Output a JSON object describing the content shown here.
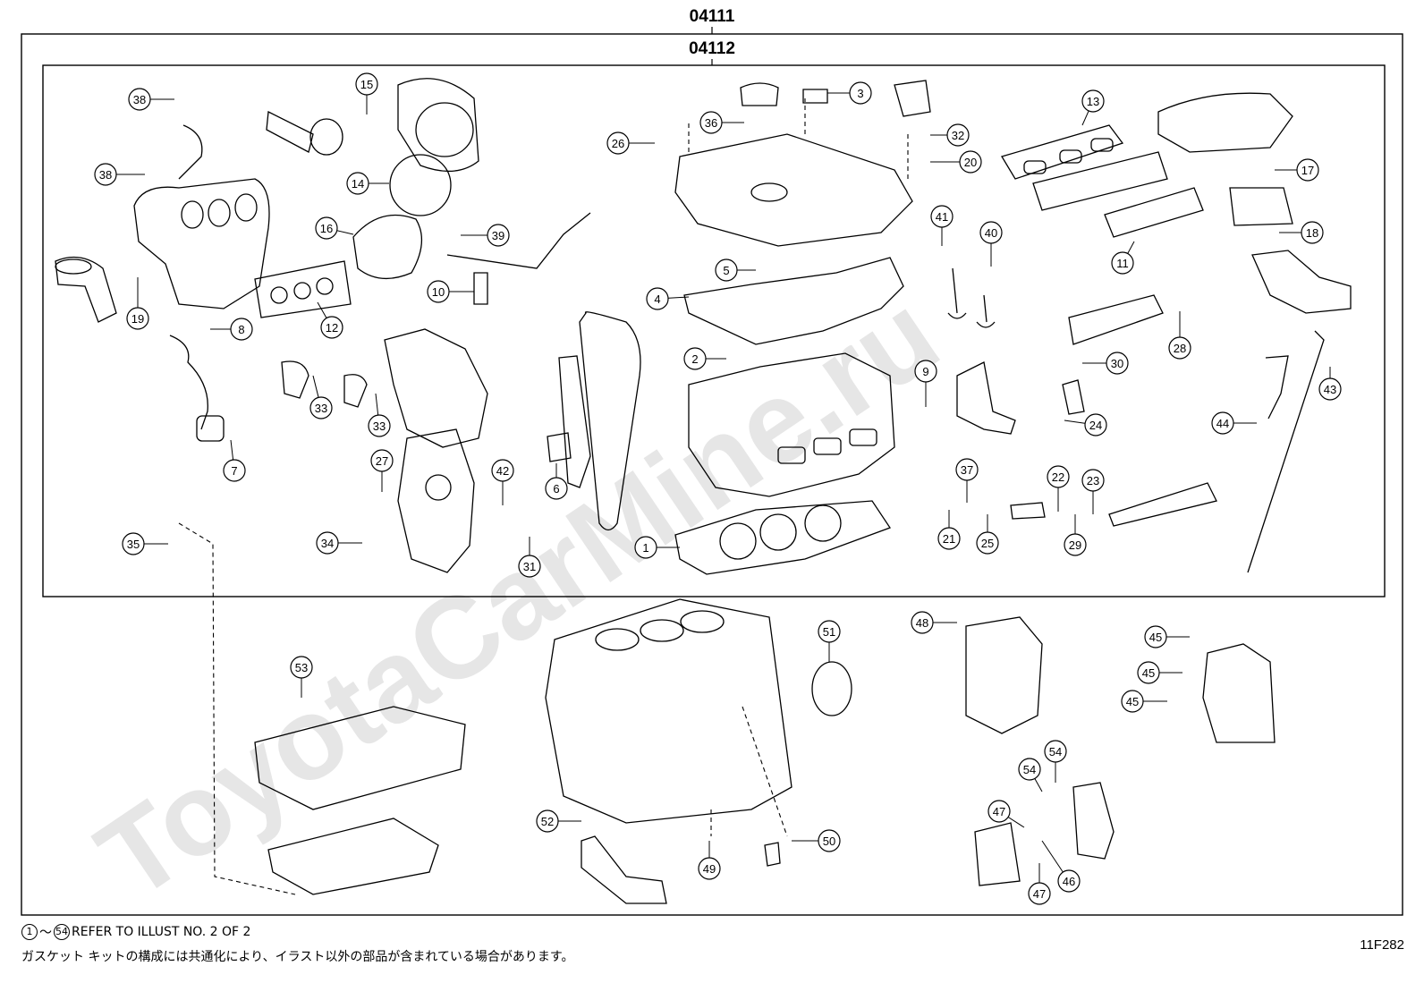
{
  "watermark": "ToyotaCarMine.ru",
  "kits": {
    "outer": "04111",
    "inner": "04112"
  },
  "parts": [
    {
      "num": "1"
    },
    {
      "num": "2"
    },
    {
      "num": "3"
    },
    {
      "num": "4"
    },
    {
      "num": "5"
    },
    {
      "num": "6"
    },
    {
      "num": "7"
    },
    {
      "num": "8"
    },
    {
      "num": "9"
    },
    {
      "num": "10"
    },
    {
      "num": "11"
    },
    {
      "num": "12"
    },
    {
      "num": "13"
    },
    {
      "num": "14"
    },
    {
      "num": "15"
    },
    {
      "num": "16"
    },
    {
      "num": "17"
    },
    {
      "num": "18"
    },
    {
      "num": "19"
    },
    {
      "num": "20"
    },
    {
      "num": "21"
    },
    {
      "num": "22"
    },
    {
      "num": "23"
    },
    {
      "num": "24"
    },
    {
      "num": "25"
    },
    {
      "num": "26"
    },
    {
      "num": "27"
    },
    {
      "num": "28"
    },
    {
      "num": "29"
    },
    {
      "num": "30"
    },
    {
      "num": "31"
    },
    {
      "num": "32"
    },
    {
      "num": "33"
    },
    {
      "num": "33"
    },
    {
      "num": "34"
    },
    {
      "num": "35"
    },
    {
      "num": "36"
    },
    {
      "num": "37"
    },
    {
      "num": "38"
    },
    {
      "num": "38"
    },
    {
      "num": "39"
    },
    {
      "num": "40"
    },
    {
      "num": "41"
    },
    {
      "num": "42"
    },
    {
      "num": "43"
    },
    {
      "num": "44"
    },
    {
      "num": "45"
    },
    {
      "num": "45"
    },
    {
      "num": "45"
    },
    {
      "num": "46"
    },
    {
      "num": "47"
    },
    {
      "num": "47"
    },
    {
      "num": "48"
    },
    {
      "num": "49"
    },
    {
      "num": "50"
    },
    {
      "num": "51"
    },
    {
      "num": "52"
    },
    {
      "num": "53"
    },
    {
      "num": "54"
    },
    {
      "num": "54"
    }
  ],
  "notes": {
    "range_start": "1",
    "range_sep": "～",
    "range_end": "54",
    "range_text": "REFER TO ILLUST NO. 2 OF 2",
    "japanese": "ガスケット キットの構成には共通化により、イラスト以外の部品が含まれている場合があります。"
  },
  "illustration_code": "11F282"
}
